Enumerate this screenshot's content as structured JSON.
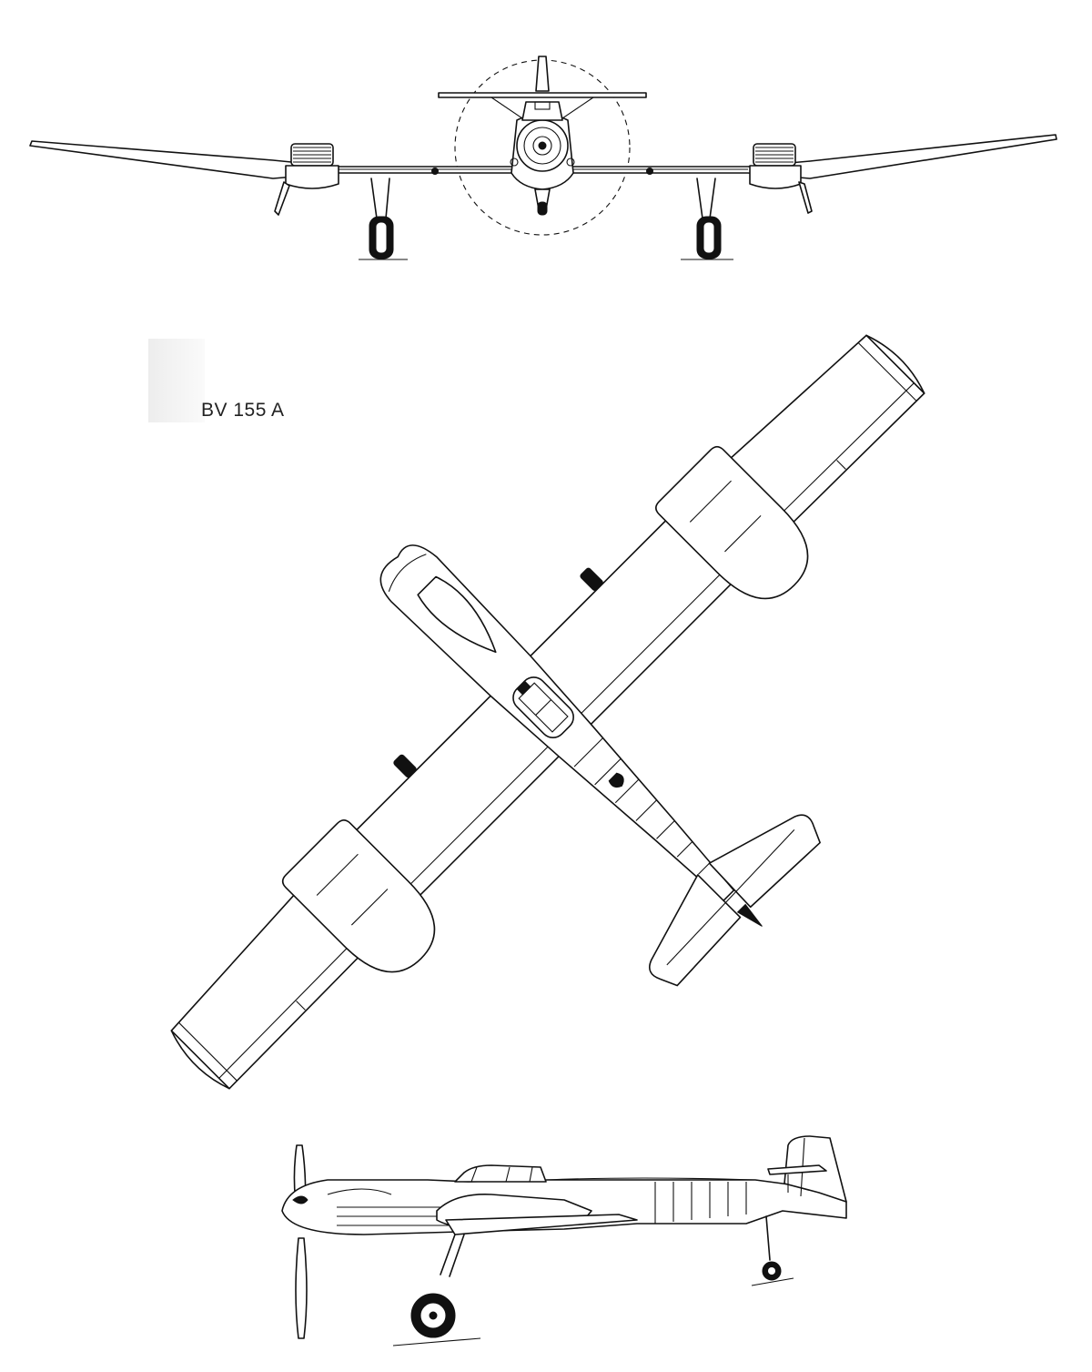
{
  "drawing": {
    "designation": "BV 155 A",
    "views": [
      "front",
      "plan",
      "side"
    ]
  },
  "colors": {
    "line": "#111111",
    "paper": "#ffffff"
  }
}
